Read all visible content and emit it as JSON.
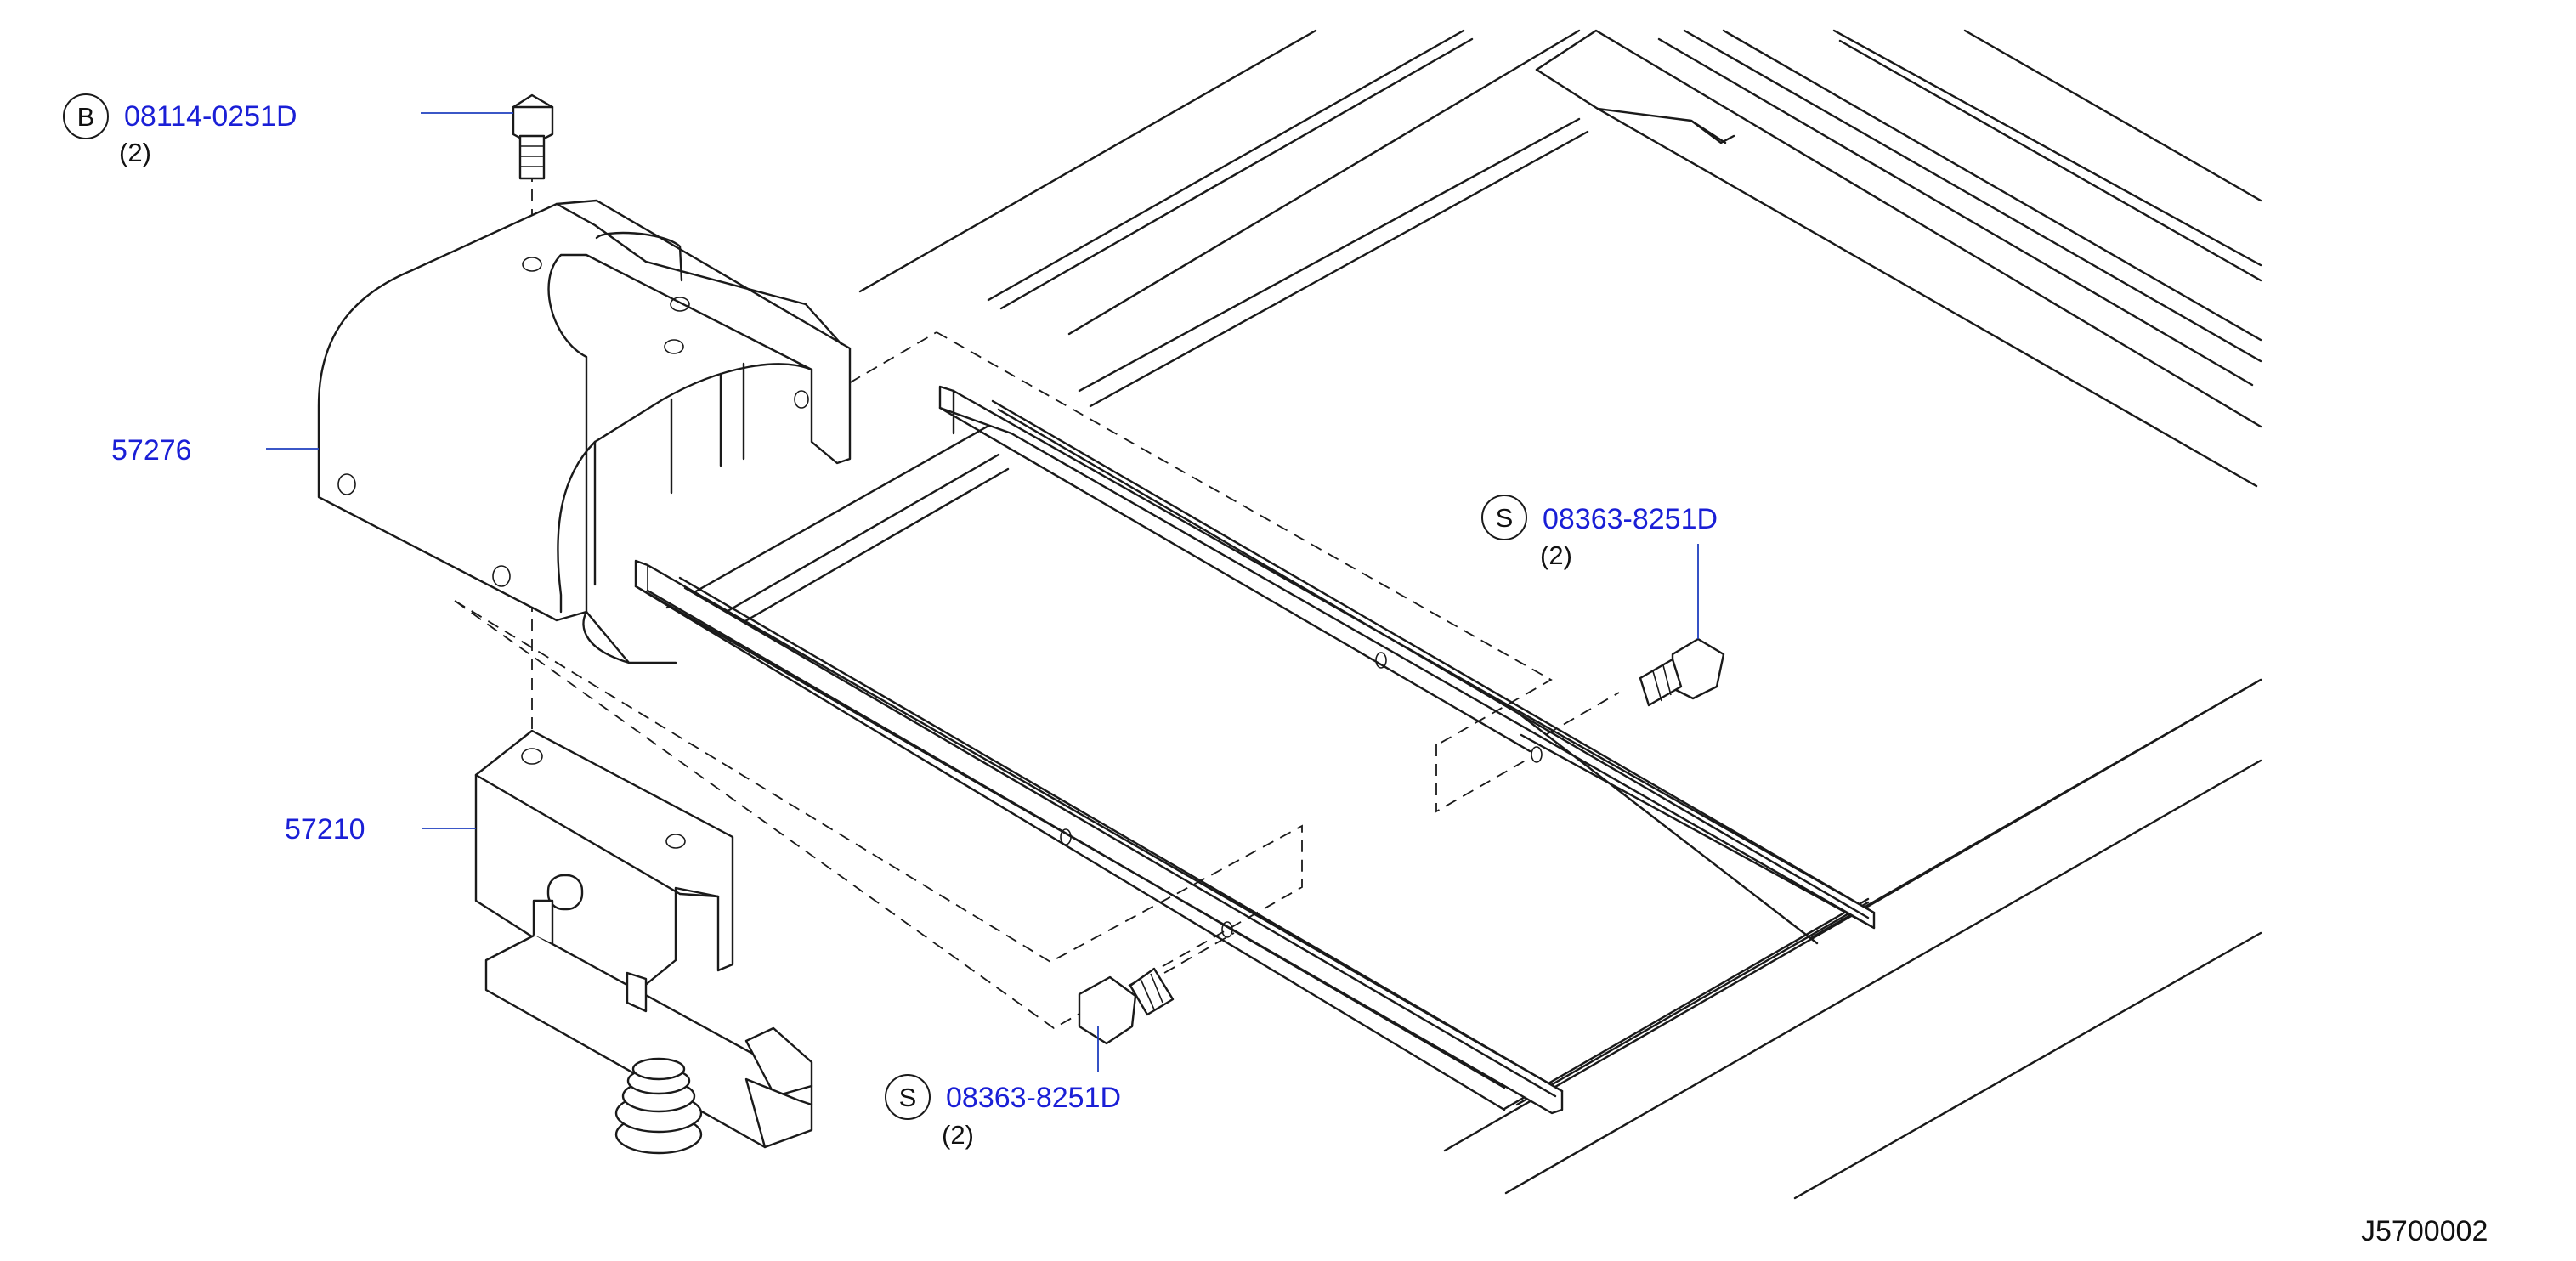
{
  "callouts": [
    {
      "badge": "B",
      "part_number": "08114-0251D",
      "quantity": "(2)"
    },
    {
      "badge": "S",
      "part_number": "08363-8251D",
      "quantity": "(2)"
    },
    {
      "badge": "S",
      "part_number": "08363-8251D",
      "quantity": "(2)"
    }
  ],
  "parts": [
    {
      "part_number": "57276"
    },
    {
      "part_number": "57210"
    }
  ],
  "diagram_code": "J5700002",
  "colors": {
    "part_number_text": "#1a1fd6",
    "line_art": "#1a1a1a",
    "background": "#ffffff"
  }
}
